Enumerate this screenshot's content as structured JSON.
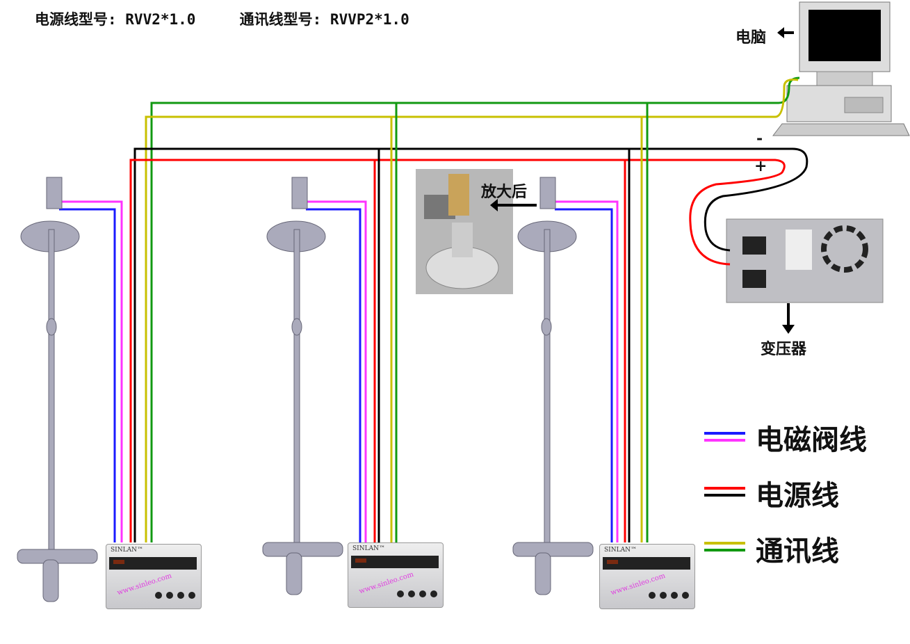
{
  "header": {
    "spec": "电源线型号: RVV2*1.0     通讯线型号: RVVP2*1.0"
  },
  "labels": {
    "computer": "电脑",
    "transformer": "变压器",
    "zoomed": "放大后",
    "minus": "-",
    "plus": "+"
  },
  "controller": {
    "brand": "SINLAN™",
    "website": "www.sinleo.com"
  },
  "legend": [
    {
      "label": "电磁阀线",
      "colors": [
        "#1a1aff",
        "#ff33ff"
      ]
    },
    {
      "label": "电源线",
      "colors": [
        "#ff0000",
        "#000000"
      ]
    },
    {
      "label": "通讯线",
      "colors": [
        "#c8c000",
        "#119911"
      ]
    }
  ],
  "colors": {
    "green": "#119911",
    "yellow": "#c8c000",
    "black": "#000000",
    "red": "#ff0000",
    "blue": "#1a1aff",
    "magenta": "#ff33ff"
  }
}
